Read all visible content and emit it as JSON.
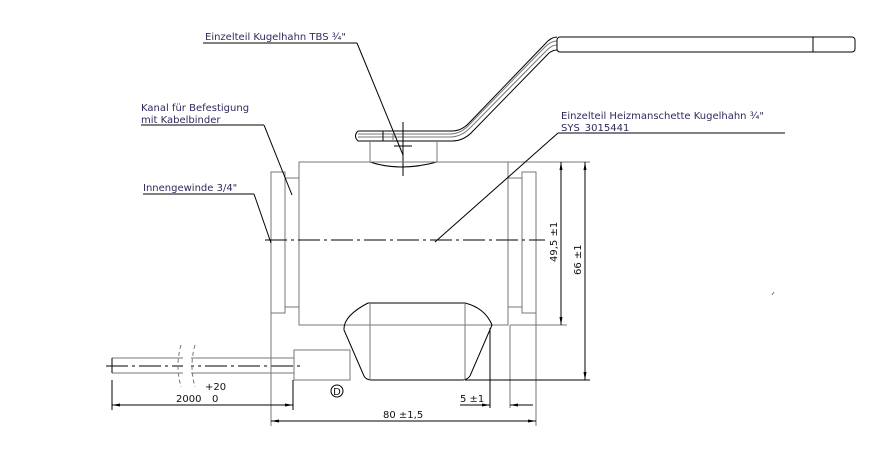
{
  "labels": {
    "ball_valve": "Einzelteil Kugelhahn TBS ¾\"",
    "channel_line1": "Kanal für Befestigung",
    "channel_line2": "mit Kabelbinder",
    "thread": "Innengewinde 3/4\"",
    "heater_line1": "Einzelteil Heizmanschette Kugelhahn ¾\"",
    "heater_line2": "SYS_3015441"
  },
  "dimensions": {
    "cable_length": "2000",
    "cable_tol_upper": "+20",
    "cable_tol_lower": "0",
    "width": "80 ±1,5",
    "offset": "5 ±1",
    "height_center": "49,5 ±1",
    "height_total": "66 ±1",
    "detail_marker": "D"
  }
}
